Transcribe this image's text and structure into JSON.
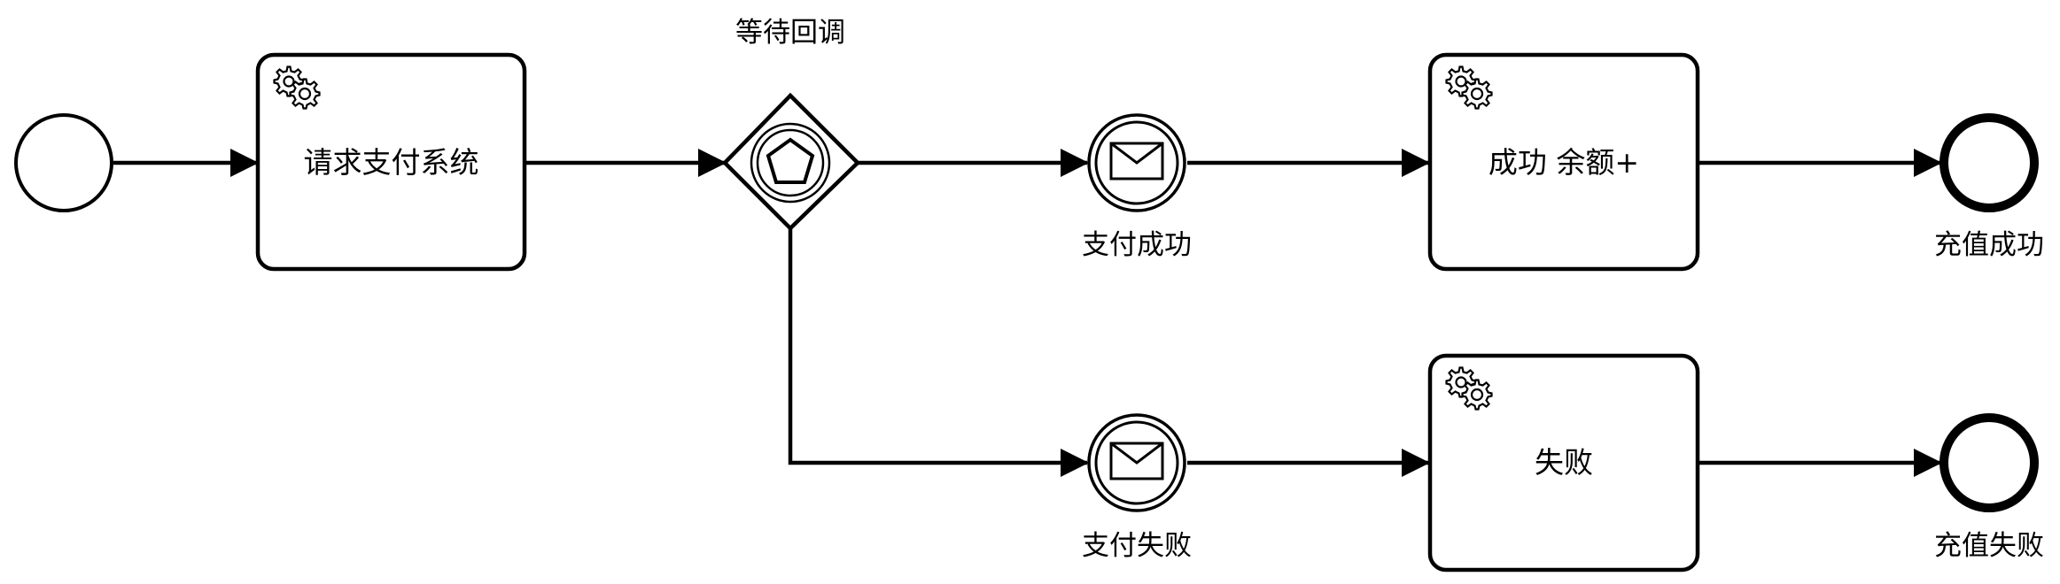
{
  "diagram": {
    "start_event": {
      "label": ""
    },
    "task_request": {
      "label": "请求支付系统"
    },
    "gateway": {
      "label": "等待回调"
    },
    "event_pay_success": {
      "label": "支付成功"
    },
    "event_pay_fail": {
      "label": "支付失败"
    },
    "task_success": {
      "label": "成功 余额+"
    },
    "task_fail": {
      "label": "失败"
    },
    "end_success": {
      "label": "充值成功"
    },
    "end_fail": {
      "label": "充值失败"
    }
  }
}
